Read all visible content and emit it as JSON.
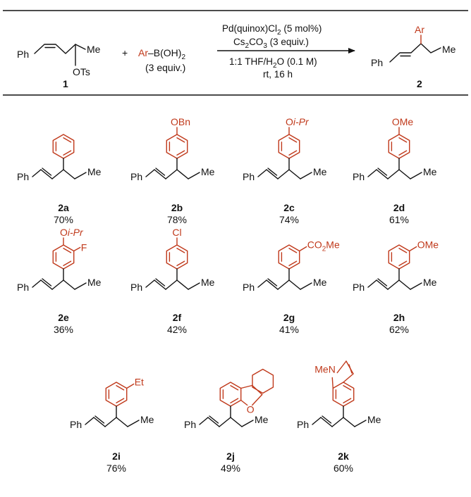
{
  "colors": {
    "aryl": "#c0391b",
    "text": "#111111",
    "background": "#ffffff"
  },
  "reaction": {
    "substrate": {
      "number": "1",
      "ph": "Ph",
      "me": "Me",
      "leaving_group": "OTs"
    },
    "plus": "+",
    "reagent": {
      "ar": "Ar",
      "boronic": "–B(OH)",
      "sub2": "2",
      "equiv": "(3 equiv.)"
    },
    "catalyst": {
      "main": "Pd(quinox)Cl",
      "sub": "2",
      "load": " (5 mol%)"
    },
    "base": {
      "main": "Cs",
      "sub1": "2",
      "mid": "CO",
      "sub2": "3",
      "equiv": " (3 equiv.)"
    },
    "solvent": {
      "main": "1:1 THF/H",
      "sub": "2",
      "rest": "O (0.1 M)"
    },
    "time": "rt, 16 h",
    "product": {
      "number": "2",
      "ar": "Ar",
      "ph": "Ph",
      "me": "Me"
    }
  },
  "products": [
    {
      "id": "2a",
      "yield": "70%",
      "substituent": "",
      "ph": "Ph",
      "me": "Me"
    },
    {
      "id": "2b",
      "yield": "78%",
      "substituent": "OBn",
      "ph": "Ph",
      "me": "Me"
    },
    {
      "id": "2c",
      "yield": "74%",
      "substituent_o": "O",
      "substituent_rest": "i-Pr",
      "ph": "Ph",
      "me": "Me"
    },
    {
      "id": "2d",
      "yield": "61%",
      "substituent": "OMe",
      "ph": "Ph",
      "me": "Me"
    },
    {
      "id": "2e",
      "yield": "36%",
      "substituent_o": "O",
      "substituent_rest": "i-Pr",
      "fluoro": "F",
      "ph": "Ph",
      "me": "Me"
    },
    {
      "id": "2f",
      "yield": "42%",
      "substituent": "Cl",
      "ph": "Ph",
      "me": "Me"
    },
    {
      "id": "2g",
      "yield": "41%",
      "substituent_main": "CO",
      "substituent_sub": "2",
      "substituent_rest": "Me",
      "ph": "Ph",
      "me": "Me"
    },
    {
      "id": "2h",
      "yield": "62%",
      "substituent": "OMe",
      "ph": "Ph",
      "me": "Me"
    },
    {
      "id": "2i",
      "yield": "76%",
      "substituent": "Et",
      "ph": "Ph",
      "me": "Me"
    },
    {
      "id": "2j",
      "yield": "49%",
      "heteroatom": "O",
      "ph": "Ph",
      "me": "Me"
    },
    {
      "id": "2k",
      "yield": "60%",
      "heteroatom": "MeN",
      "ph": "Ph",
      "me": "Me"
    }
  ]
}
